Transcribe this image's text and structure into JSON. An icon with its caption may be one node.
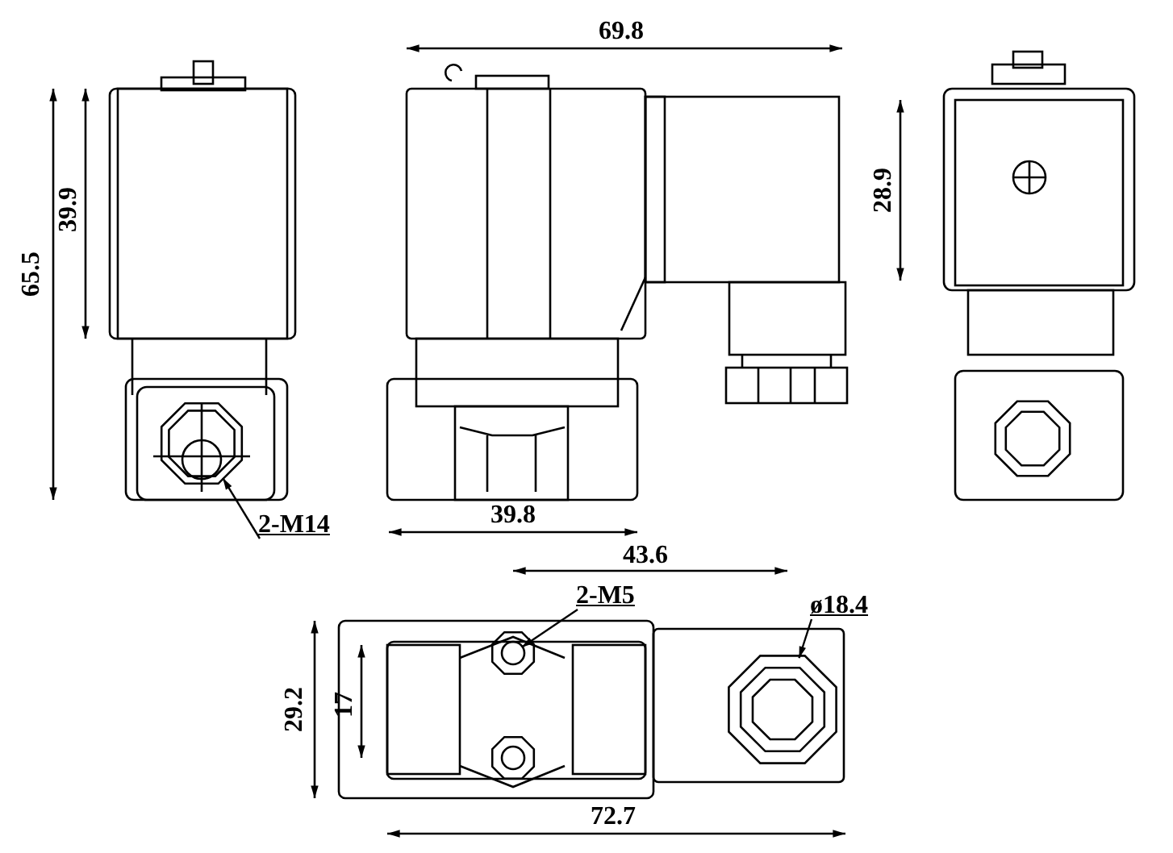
{
  "diagram": {
    "nodes": [
      {
        "text": [
          "2-M14"
        ]
      },
      {
        "text": [
          "2-M5"
        ]
      },
      {
        "text": [
          "ø18.4"
        ]
      },
      {
        "text": [],
        "shape": "octagon"
      },
      {
        "text": [],
        "shape": "circle"
      },
      {
        "text": [],
        "shape": "octagon"
      }
    ],
    "edges": [
      {
        "from": 0,
        "to": 3,
        "arrow": "to"
      },
      {
        "from": 1,
        "to": 4,
        "arrow": "to"
      },
      {
        "from": 2,
        "to": 5,
        "arrow": "to"
      }
    ],
    "labels": [
      "69.8",
      "28.9",
      "65.5",
      "39.9",
      "39.8",
      "43.6",
      "29.2",
      "17",
      "72.7"
    ]
  }
}
